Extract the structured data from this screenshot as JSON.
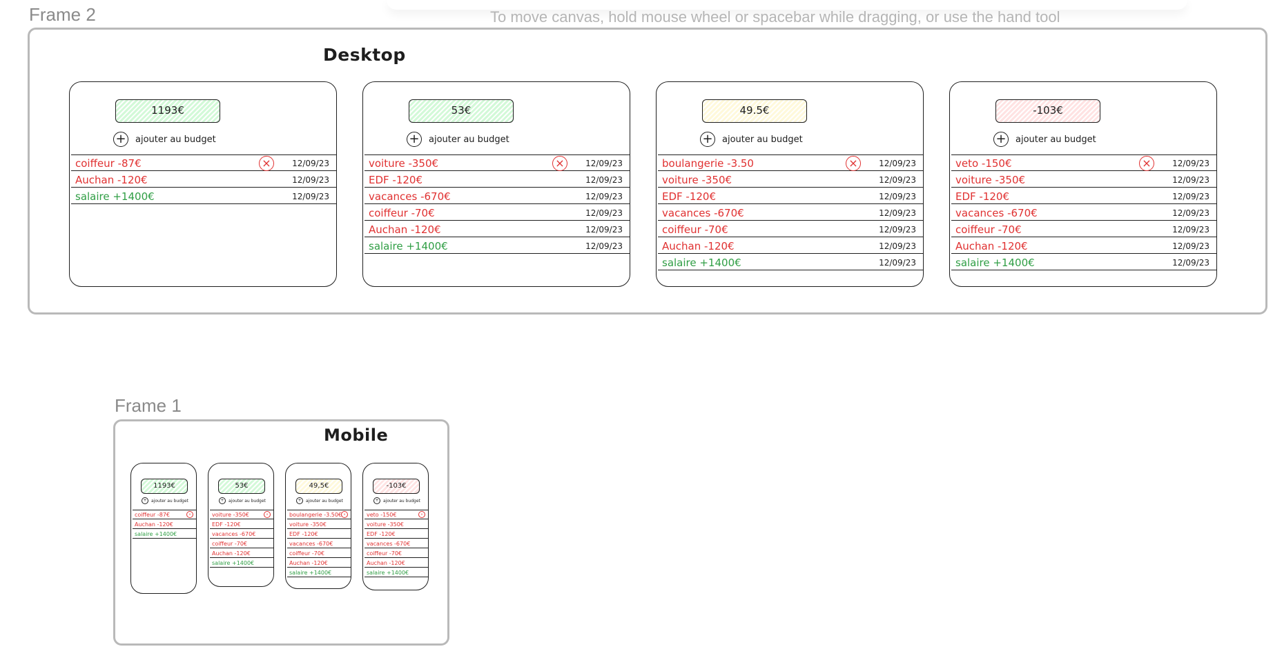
{
  "hint": "To move canvas, hold mouse wheel or spacebar while dragging, or use the hand tool",
  "colors": {
    "red": "#e03131",
    "green": "#2f9e44",
    "ink": "#1e1e1e",
    "green_fill": "#d3f9d8",
    "yellow_fill": "#fff9db",
    "red_fill": "#ffe3e3"
  },
  "frame2": {
    "label": "Frame 2",
    "heading": "Desktop",
    "cards": [
      {
        "total": "1193€",
        "fill": "#d3f9d8",
        "add_label": "ajouter au budget",
        "rows": [
          {
            "label": "coiffeur -87€",
            "date": "12/09/23",
            "kind": "expense",
            "delete": true
          },
          {
            "label": "Auchan -120€",
            "date": "12/09/23",
            "kind": "expense"
          },
          {
            "label": "salaire +1400€",
            "date": "12/09/23",
            "kind": "income"
          }
        ]
      },
      {
        "total": "53€",
        "fill": "#d3f9d8",
        "add_label": "ajouter au budget",
        "rows": [
          {
            "label": "voiture -350€",
            "date": "12/09/23",
            "kind": "expense",
            "delete": true
          },
          {
            "label": "EDF -120€",
            "date": "12/09/23",
            "kind": "expense"
          },
          {
            "label": "vacances -670€",
            "date": "12/09/23",
            "kind": "expense"
          },
          {
            "label": "coiffeur -70€",
            "date": "12/09/23",
            "kind": "expense"
          },
          {
            "label": "Auchan -120€",
            "date": "12/09/23",
            "kind": "expense"
          },
          {
            "label": "salaire +1400€",
            "date": "12/09/23",
            "kind": "income"
          }
        ]
      },
      {
        "total": "49.5€",
        "fill": "#fff9db",
        "add_label": "ajouter au budget",
        "rows": [
          {
            "label": "boulangerie -3.50",
            "date": "12/09/23",
            "kind": "expense",
            "delete": true
          },
          {
            "label": "voiture -350€",
            "date": "12/09/23",
            "kind": "expense"
          },
          {
            "label": "EDF -120€",
            "date": "12/09/23",
            "kind": "expense"
          },
          {
            "label": "vacances -670€",
            "date": "12/09/23",
            "kind": "expense"
          },
          {
            "label": "coiffeur -70€",
            "date": "12/09/23",
            "kind": "expense"
          },
          {
            "label": "Auchan -120€",
            "date": "12/09/23",
            "kind": "expense"
          },
          {
            "label": "salaire +1400€",
            "date": "12/09/23",
            "kind": "income"
          }
        ]
      },
      {
        "total": "-103€",
        "fill": "#ffe3e3",
        "add_label": "ajouter au budget",
        "rows": [
          {
            "label": "veto -150€",
            "date": "12/09/23",
            "kind": "expense",
            "delete": true
          },
          {
            "label": "voiture -350€",
            "date": "12/09/23",
            "kind": "expense"
          },
          {
            "label": "EDF -120€",
            "date": "12/09/23",
            "kind": "expense"
          },
          {
            "label": "vacances -670€",
            "date": "12/09/23",
            "kind": "expense"
          },
          {
            "label": "coiffeur -70€",
            "date": "12/09/23",
            "kind": "expense"
          },
          {
            "label": "Auchan -120€",
            "date": "12/09/23",
            "kind": "expense"
          },
          {
            "label": "salaire +1400€",
            "date": "12/09/23",
            "kind": "income"
          }
        ]
      }
    ]
  },
  "frame1": {
    "label": "Frame 1",
    "heading": "Mobile",
    "cards": [
      {
        "total": "1193€",
        "fill": "#d3f9d8",
        "add_label": "ajouter au budget",
        "rows": [
          {
            "label": "coiffeur -87€",
            "kind": "expense",
            "delete": true
          },
          {
            "label": "Auchan -120€",
            "kind": "expense"
          },
          {
            "label": "salaire +1400€",
            "kind": "income"
          }
        ]
      },
      {
        "total": "53€",
        "fill": "#d3f9d8",
        "add_label": "ajouter au budget",
        "rows": [
          {
            "label": "voiture -350€",
            "kind": "expense",
            "delete": true
          },
          {
            "label": "EDF -120€",
            "kind": "expense"
          },
          {
            "label": "vacances -670€",
            "kind": "expense"
          },
          {
            "label": "coiffeur -70€",
            "kind": "expense"
          },
          {
            "label": "Auchan -120€",
            "kind": "expense"
          },
          {
            "label": "salaire +1400€",
            "kind": "income"
          }
        ]
      },
      {
        "total": "49,5€",
        "fill": "#fff9db",
        "add_label": "ajouter au budget",
        "rows": [
          {
            "label": "boulangerie -3.50€",
            "kind": "expense",
            "delete": true
          },
          {
            "label": "voiture -350€",
            "kind": "expense"
          },
          {
            "label": "EDF -120€",
            "kind": "expense"
          },
          {
            "label": "vacances -670€",
            "kind": "expense"
          },
          {
            "label": "coiffeur -70€",
            "kind": "expense"
          },
          {
            "label": "Auchan -120€",
            "kind": "expense"
          },
          {
            "label": "salaire +1400€",
            "kind": "income"
          }
        ]
      },
      {
        "total": "-103€",
        "fill": "#ffe3e3",
        "add_label": "ajouter au budget",
        "rows": [
          {
            "label": "veto -150€",
            "kind": "expense",
            "delete": true
          },
          {
            "label": "voiture -350€",
            "kind": "expense"
          },
          {
            "label": "EDF -120€",
            "kind": "expense"
          },
          {
            "label": "vacances -670€",
            "kind": "expense"
          },
          {
            "label": "coiffeur -70€",
            "kind": "expense"
          },
          {
            "label": "Auchan -120€",
            "kind": "expense"
          },
          {
            "label": "salaire +1400€",
            "kind": "income"
          }
        ]
      }
    ]
  }
}
